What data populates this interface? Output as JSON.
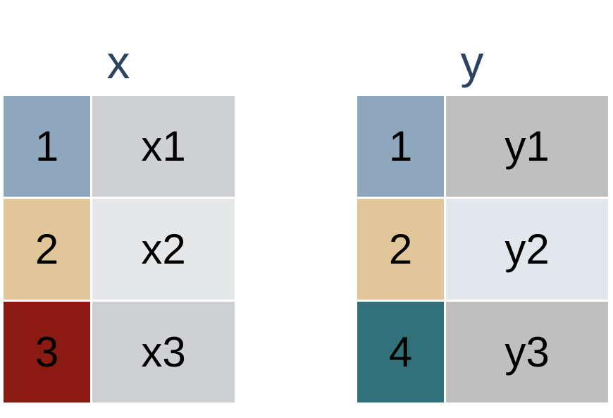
{
  "tables": [
    {
      "title": "x",
      "rows": [
        {
          "key": "1",
          "value": "x1",
          "key_color": "#8fa7bc",
          "value_color": "#cfd0d3"
        },
        {
          "key": "2",
          "value": "x2",
          "key_color": "#e1c699",
          "value_color": "#e6e7e9"
        },
        {
          "key": "3",
          "value": "x3",
          "key_color": "#8b1a12",
          "value_color": "#cfd0d3"
        }
      ]
    },
    {
      "title": "y",
      "rows": [
        {
          "key": "1",
          "value": "y1",
          "key_color": "#8fa7bc",
          "value_color": "#bfbfbf"
        },
        {
          "key": "2",
          "value": "y2",
          "key_color": "#e1c699",
          "value_color": "#e2e7eb"
        },
        {
          "key": "4",
          "value": "y3",
          "key_color": "#31727a",
          "value_color": "#bfbfbf"
        }
      ]
    }
  ]
}
